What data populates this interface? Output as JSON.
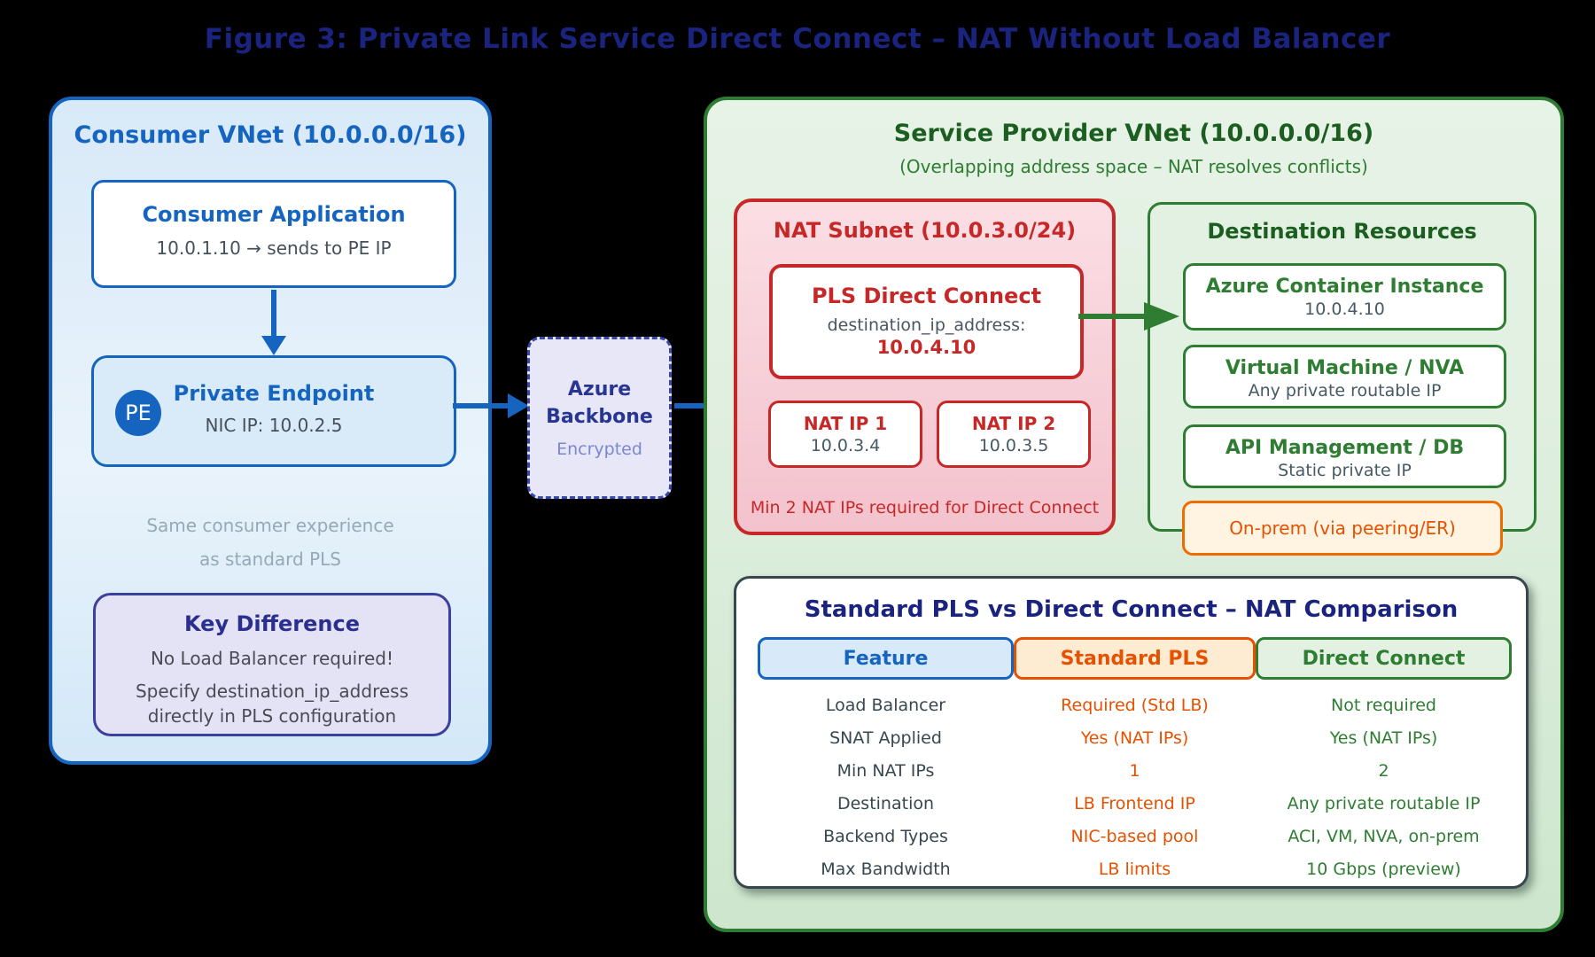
{
  "title": "Figure 3: Private Link Service Direct Connect – NAT Without Load Balancer",
  "consumer_vnet": {
    "title": "Consumer VNet (10.0.0.0/16)",
    "consumer_app": {
      "title": "Consumer Application",
      "subtitle": "10.0.1.10 → sends to PE IP"
    },
    "private_endpoint": {
      "badge": "PE",
      "title": "Private Endpoint",
      "subtitle": "NIC IP: 10.0.2.5"
    },
    "note_line1": "Same consumer experience",
    "note_line2": "as standard PLS",
    "key_difference": {
      "title": "Key Difference",
      "line1": "No Load Balancer required!",
      "line2": "Specify destination_ip_address",
      "line3": "directly in PLS configuration"
    }
  },
  "backbone": {
    "title_line1": "Azure",
    "title_line2": "Backbone",
    "subtitle": "Encrypted"
  },
  "provider_vnet": {
    "title": "Service Provider VNet (10.0.0.0/16)",
    "subtitle": "(Overlapping address space – NAT resolves conflicts)",
    "nat_subnet": {
      "title": "NAT Subnet (10.0.3.0/24)",
      "pls": {
        "title": "PLS Direct Connect",
        "line1": "destination_ip_address:",
        "line2": "10.0.4.10"
      },
      "nat_ip1": {
        "title": "NAT IP 1",
        "ip": "10.0.3.4"
      },
      "nat_ip2": {
        "title": "NAT IP 2",
        "ip": "10.0.3.5"
      },
      "note": "Min 2 NAT IPs required for Direct Connect"
    },
    "destinations": {
      "title": "Destination Resources",
      "items": [
        {
          "title": "Azure Container Instance",
          "subtitle": "10.0.4.10"
        },
        {
          "title": "Virtual Machine / NVA",
          "subtitle": "Any private routable IP"
        },
        {
          "title": "API Management / DB",
          "subtitle": "Static private IP"
        }
      ],
      "onprem": "On-prem (via peering/ER)"
    },
    "comparison": {
      "title": "Standard PLS vs Direct Connect – NAT Comparison",
      "headers": [
        "Feature",
        "Standard PLS",
        "Direct Connect"
      ],
      "rows": [
        [
          "Load Balancer",
          "Required (Std LB)",
          "Not required"
        ],
        [
          "SNAT Applied",
          "Yes (NAT IPs)",
          "Yes (NAT IPs)"
        ],
        [
          "Min NAT IPs",
          "1",
          "2"
        ],
        [
          "Destination",
          "LB Frontend IP",
          "Any private routable IP"
        ],
        [
          "Backend Types",
          "NIC-based pool",
          "ACI, VM, NVA, on-prem"
        ],
        [
          "Max Bandwidth",
          "LB limits",
          "10 Gbps (preview)"
        ]
      ]
    }
  },
  "colors": {
    "background": "#000000",
    "navy_title": "#1A237E",
    "blue": "#1565C0",
    "green_dark": "#1B5E20",
    "green": "#2E7D32",
    "red": "#C62828",
    "orange": "#E65100",
    "slate": "#37474F",
    "backbone_border": "#3949AB"
  }
}
